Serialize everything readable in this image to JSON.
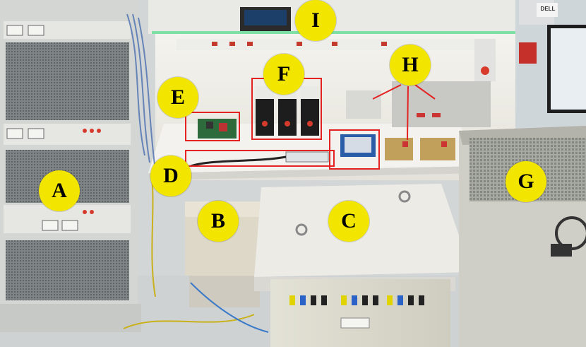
{
  "labels": {
    "A": "A",
    "B": "B",
    "C": "C",
    "D": "D",
    "E": "E",
    "F": "F",
    "G": "G",
    "H": "H",
    "I": "I"
  },
  "monitor_brand": "DELL",
  "colors": {
    "label_fill": "#f2e600",
    "box_outline": "#e32222"
  }
}
